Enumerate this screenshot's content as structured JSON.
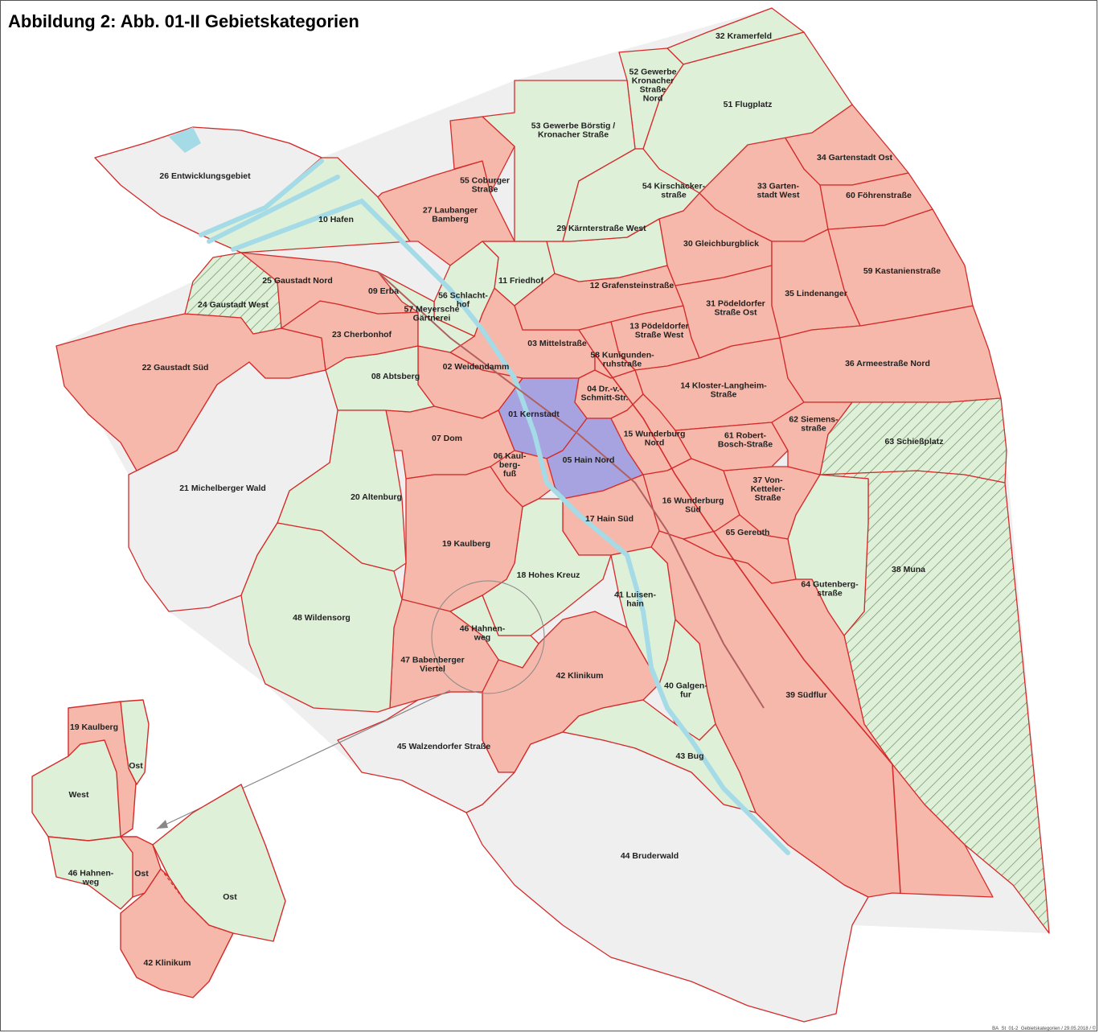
{
  "title": "Abbildung 2: Abb. 01-II Gebietskategorien",
  "footer": "BA_St_01-2_Gebietskategorien / 29.05.2018 / ©",
  "colors": {
    "red": "#f5b8aa",
    "green": "#dff0d8",
    "grey": "#efefef",
    "blue": "#a7a3e0",
    "border": "#d42b2b",
    "water": "#a5dbe6"
  },
  "areas": [
    {
      "id": "01",
      "lines": [
        "01 Kernstadt"
      ],
      "cat": "blue"
    },
    {
      "id": "02",
      "lines": [
        "02 Weidendamm"
      ],
      "cat": "red"
    },
    {
      "id": "03",
      "lines": [
        "03 Mittelstraße"
      ],
      "cat": "red"
    },
    {
      "id": "04",
      "lines": [
        "04 Dr.-v.-",
        "Schmitt-Str."
      ],
      "cat": "red"
    },
    {
      "id": "05",
      "lines": [
        "05 Hain Nord"
      ],
      "cat": "blue"
    },
    {
      "id": "06",
      "lines": [
        "06 Kaul-",
        "berg-",
        "fuß"
      ],
      "cat": "red"
    },
    {
      "id": "07",
      "lines": [
        "07 Dom"
      ],
      "cat": "red"
    },
    {
      "id": "08",
      "lines": [
        "08 Abtsberg"
      ],
      "cat": "green"
    },
    {
      "id": "09",
      "lines": [
        "09 Erba"
      ],
      "cat": "green"
    },
    {
      "id": "10",
      "lines": [
        "10 Hafen"
      ],
      "cat": "green"
    },
    {
      "id": "11",
      "lines": [
        "11 Friedhof"
      ],
      "cat": "green"
    },
    {
      "id": "12",
      "lines": [
        "12 Grafensteinstraße"
      ],
      "cat": "red"
    },
    {
      "id": "13",
      "lines": [
        "13 Pödeldorfer",
        "Straße West"
      ],
      "cat": "red"
    },
    {
      "id": "14",
      "lines": [
        "14 Kloster-Langheim-",
        "Straße"
      ],
      "cat": "red"
    },
    {
      "id": "15",
      "lines": [
        "15 Wunderburg",
        "Nord"
      ],
      "cat": "red"
    },
    {
      "id": "16",
      "lines": [
        "16 Wunderburg",
        "Süd"
      ],
      "cat": "red"
    },
    {
      "id": "17",
      "lines": [
        "17 Hain Süd"
      ],
      "cat": "red"
    },
    {
      "id": "18",
      "lines": [
        "18 Hohes Kreuz"
      ],
      "cat": "green"
    },
    {
      "id": "19",
      "lines": [
        "19 Kaulberg"
      ],
      "cat": "red"
    },
    {
      "id": "20",
      "lines": [
        "20 Altenburg"
      ],
      "cat": "green"
    },
    {
      "id": "21",
      "lines": [
        "21 Michelberger Wald"
      ],
      "cat": "grey"
    },
    {
      "id": "22",
      "lines": [
        "22 Gaustadt Süd"
      ],
      "cat": "red"
    },
    {
      "id": "23",
      "lines": [
        "23 Cherbonhof"
      ],
      "cat": "red"
    },
    {
      "id": "24",
      "lines": [
        "24 Gaustadt West"
      ],
      "cat": "hatch"
    },
    {
      "id": "25",
      "lines": [
        "25 Gaustadt Nord"
      ],
      "cat": "red"
    },
    {
      "id": "26",
      "lines": [
        "26 Entwicklungsgebiet"
      ],
      "cat": "grey"
    },
    {
      "id": "27",
      "lines": [
        "27 Laubanger",
        "Bamberg"
      ],
      "cat": "red"
    },
    {
      "id": "29",
      "lines": [
        "29 Kärnterstraße West"
      ],
      "cat": "green"
    },
    {
      "id": "30",
      "lines": [
        "30 Gleichburgblick"
      ],
      "cat": "red"
    },
    {
      "id": "31",
      "lines": [
        "31 Pödeldorfer",
        "Straße Ost"
      ],
      "cat": "red"
    },
    {
      "id": "32",
      "lines": [
        "32 Kramerfeld"
      ],
      "cat": "green"
    },
    {
      "id": "33",
      "lines": [
        "33 Garten-",
        "stadt West"
      ],
      "cat": "red"
    },
    {
      "id": "34",
      "lines": [
        "34 Gartenstadt Ost"
      ],
      "cat": "red"
    },
    {
      "id": "35",
      "lines": [
        "35 Lindenanger"
      ],
      "cat": "red"
    },
    {
      "id": "36",
      "lines": [
        "36 Armeestraße Nord"
      ],
      "cat": "red"
    },
    {
      "id": "37",
      "lines": [
        "37 Von-",
        "Ketteler-",
        "Straße"
      ],
      "cat": "red"
    },
    {
      "id": "38",
      "lines": [
        "38 Muna"
      ],
      "cat": "hatch"
    },
    {
      "id": "39",
      "lines": [
        "39 Südflur"
      ],
      "cat": "red"
    },
    {
      "id": "40",
      "lines": [
        "40 Galgen-",
        "fur"
      ],
      "cat": "green"
    },
    {
      "id": "41",
      "lines": [
        "41 Luisen-",
        "hain"
      ],
      "cat": "green"
    },
    {
      "id": "42",
      "lines": [
        "42 Klinikum"
      ],
      "cat": "red"
    },
    {
      "id": "43",
      "lines": [
        "43 Bug"
      ],
      "cat": "green"
    },
    {
      "id": "44",
      "lines": [
        "44 Bruderwald"
      ],
      "cat": "grey"
    },
    {
      "id": "45",
      "lines": [
        "45 Walzendorfer Straße"
      ],
      "cat": "grey"
    },
    {
      "id": "46",
      "lines": [
        "46 Hahnen-",
        "weg"
      ],
      "cat": "green"
    },
    {
      "id": "47",
      "lines": [
        "47 Babenberger",
        "Viertel"
      ],
      "cat": "red"
    },
    {
      "id": "48",
      "lines": [
        "48 Wildensorg"
      ],
      "cat": "green"
    },
    {
      "id": "51",
      "lines": [
        "51 Flugplatz"
      ],
      "cat": "green"
    },
    {
      "id": "52",
      "lines": [
        "52 Gewerbe",
        "Kronacher",
        "Straße",
        "Nord"
      ],
      "cat": "green"
    },
    {
      "id": "53",
      "lines": [
        "53 Gewerbe Börstig /",
        "Kronacher Straße"
      ],
      "cat": "green"
    },
    {
      "id": "54",
      "lines": [
        "54 Kirschäcker-",
        "straße"
      ],
      "cat": "green"
    },
    {
      "id": "55",
      "lines": [
        "55 Coburger",
        "Straße"
      ],
      "cat": "red"
    },
    {
      "id": "56",
      "lines": [
        "56 Schlacht-",
        "hof"
      ],
      "cat": "green"
    },
    {
      "id": "57",
      "lines": [
        "57 Meyersche",
        "Gärtnerei"
      ],
      "cat": "green"
    },
    {
      "id": "58",
      "lines": [
        "58 Kunigunden-",
        "ruhstraße"
      ],
      "cat": "red"
    },
    {
      "id": "59",
      "lines": [
        "59 Kastanienstraße"
      ],
      "cat": "red"
    },
    {
      "id": "60",
      "lines": [
        "60 Föhrenstraße"
      ],
      "cat": "red"
    },
    {
      "id": "61",
      "lines": [
        "61 Robert-",
        "Bosch-Straße"
      ],
      "cat": "red"
    },
    {
      "id": "62",
      "lines": [
        "62 Siemens-",
        "straße"
      ],
      "cat": "red"
    },
    {
      "id": "63",
      "lines": [
        "63 Schießplatz"
      ],
      "cat": "hatch"
    },
    {
      "id": "64",
      "lines": [
        "64 Gutenberg-",
        "straße"
      ],
      "cat": "green"
    },
    {
      "id": "65",
      "lines": [
        "65 Gereuth"
      ],
      "cat": "red"
    }
  ],
  "inset": {
    "labels": [
      {
        "id": "i19",
        "lines": [
          "19 Kaulberg"
        ]
      },
      {
        "id": "iost1",
        "lines": [
          "Ost"
        ]
      },
      {
        "id": "iwest",
        "lines": [
          "West"
        ]
      },
      {
        "id": "i46",
        "lines": [
          "46 Hahnen-",
          "weg"
        ]
      },
      {
        "id": "iost2",
        "lines": [
          "Ost"
        ]
      },
      {
        "id": "iost3",
        "lines": [
          "Ost"
        ]
      },
      {
        "id": "i42",
        "lines": [
          "42 Klinikum"
        ]
      }
    ]
  }
}
